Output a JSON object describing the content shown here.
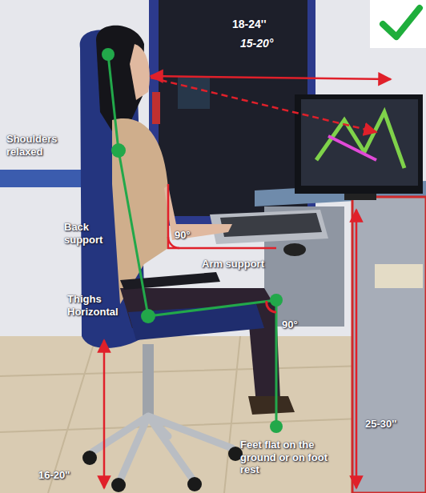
{
  "diagram": {
    "labels": [
      "18-24''",
      "15-20°",
      "Shoulders relaxed",
      "Back support",
      "90°",
      "Arm support",
      "Thighs Horizontal",
      "90°",
      "16-20''",
      "Feet flat on the ground or on foot rest",
      "25-30''"
    ]
  }
}
